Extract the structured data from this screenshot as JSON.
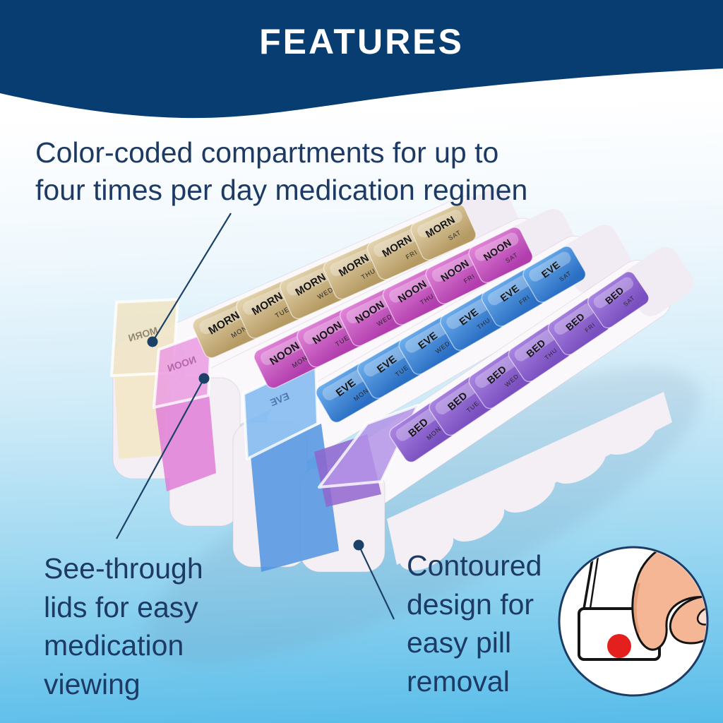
{
  "header": {
    "title": "FEATURES",
    "background_color": "#083d72",
    "text_color": "#ffffff"
  },
  "background": {
    "top_color": "#ffffff",
    "bottom_color": "#57bce9"
  },
  "annotations": {
    "text_color": "#1c3a63",
    "line_color": "#1b4168",
    "color_coded": {
      "lines": [
        "Color-coded compartments for up to",
        "four times per day medication regimen"
      ]
    },
    "see_through": {
      "lines": [
        "See-through",
        "lids for easy",
        "medication",
        "viewing"
      ]
    },
    "contoured": {
      "lines": [
        "Contoured",
        "design for",
        "easy pill",
        "removal"
      ]
    }
  },
  "organizer": {
    "days": [
      "MON",
      "TUE",
      "WED",
      "THU",
      "FRI",
      "SAT"
    ],
    "rows": [
      {
        "period": "MORN",
        "lid_color": "#b69a63",
        "lid_color_light": "#e6d7b2",
        "open_fill": "#f0e4c3",
        "interior_color": "#f2e6c4"
      },
      {
        "period": "NOON",
        "lid_color": "#b23eae",
        "lid_color_light": "#e388da",
        "open_fill": "#ea9be2",
        "interior_color": "#df7ed6"
      },
      {
        "period": "EVE",
        "lid_color": "#2a6fc4",
        "lid_color_light": "#6fb0ee",
        "open_fill": "#7fb8f0",
        "interior_color": "#4f93e0"
      },
      {
        "period": "BED",
        "lid_color": "#7a4fc0",
        "lid_color_light": "#ab86e2",
        "open_fill": "#b393e6",
        "interior_color": "#9165cf"
      }
    ],
    "tray_color": "#fbf8fb",
    "tray_front_color": "#f4eef5",
    "tray_side_color": "#f1ebf3"
  },
  "illustration": {
    "circle_border_color": "#1c3c66",
    "circle_fill": "#ffffff",
    "pill_color": "#e3201d",
    "skin_color": "#f4b694",
    "outline_color": "#141414"
  }
}
